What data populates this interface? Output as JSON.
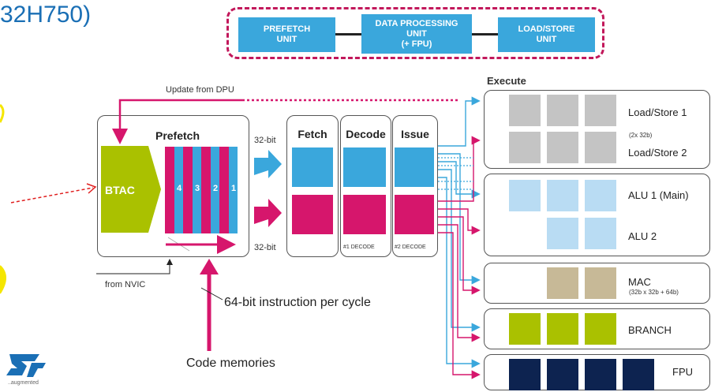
{
  "title_fragment": "32H750)",
  "pipeline_units": {
    "prefetch": "PREFETCH\nUNIT",
    "dpu": "DATA PROCESSING\nUNIT\n(+ FPU)",
    "load_store": "LOAD/STORE\nUNIT"
  },
  "labels": {
    "update_from_dpu": "Update from DPU",
    "execute": "Execute",
    "prefetch": "Prefetch",
    "btac": "BTAC",
    "from_nvic": "from NVIC",
    "bus_top": "32-bit",
    "bus_bottom": "32-bit",
    "instr_per_cycle": "64-bit instruction per cycle",
    "code_memories": "Code memories",
    "logo_caption": "..augmented"
  },
  "prefetch_buffer": [
    "4",
    "3",
    "2",
    "1"
  ],
  "stages": {
    "fetch": "Fetch",
    "decode": "Decode",
    "issue": "Issue",
    "decode_sub": "#1 DECODE",
    "issue_sub": "#2 DECODE"
  },
  "execute_units": {
    "load_store_1": "Load/Store 1",
    "load_store_sub": "(2x 32b)",
    "load_store_2": "Load/Store 2",
    "alu1": "ALU 1 (Main)",
    "alu2": "ALU 2",
    "mac": "MAC",
    "mac_sub": "(32b x 32b + 64b)",
    "branch": "BRANCH",
    "fpu": "FPU"
  },
  "colors": {
    "blue": "#3aa7dc",
    "magenta": "#d6166c",
    "lime": "#aac100",
    "navy": "#0d2350",
    "tan": "#c7b997",
    "gray": "#c4c4c4",
    "light_blue": "#b9dcf3",
    "red_arrow": "#e02020"
  }
}
